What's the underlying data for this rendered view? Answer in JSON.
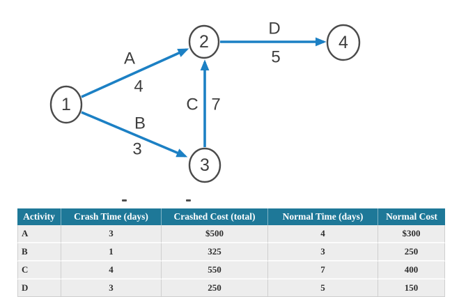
{
  "theme": {
    "arrow-blue": "#1c80c4",
    "node-stroke": "#4a4a4a",
    "diagram-text": "#3e3e3e",
    "header-bg": "#1e7898",
    "header-text": "#ffffff",
    "row-bg": "#ededed",
    "table-border": "#cfcfcf"
  },
  "diagram": {
    "type": "activity-on-arrow-network",
    "nodes": [
      {
        "label": "1"
      },
      {
        "label": "2"
      },
      {
        "label": "3"
      },
      {
        "label": "4"
      }
    ],
    "edges": [
      {
        "activity": "A",
        "duration": "4",
        "from": "1",
        "to": "2"
      },
      {
        "activity": "B",
        "duration": "3",
        "from": "1",
        "to": "3"
      },
      {
        "activity": "C",
        "duration": "7",
        "from": "3",
        "to": "2"
      },
      {
        "activity": "D",
        "duration": "5",
        "from": "2",
        "to": "4"
      }
    ]
  },
  "table": {
    "headers": [
      "Activity",
      "Crash Time (days)",
      "Crashed Cost (total)",
      "Normal Time (days)",
      "Normal Cost"
    ],
    "rows": [
      [
        "A",
        "3",
        "$500",
        "4",
        "$300"
      ],
      [
        "B",
        "1",
        "325",
        "3",
        "250"
      ],
      [
        "C",
        "4",
        "550",
        "7",
        "400"
      ],
      [
        "D",
        "3",
        "250",
        "5",
        "150"
      ]
    ]
  }
}
